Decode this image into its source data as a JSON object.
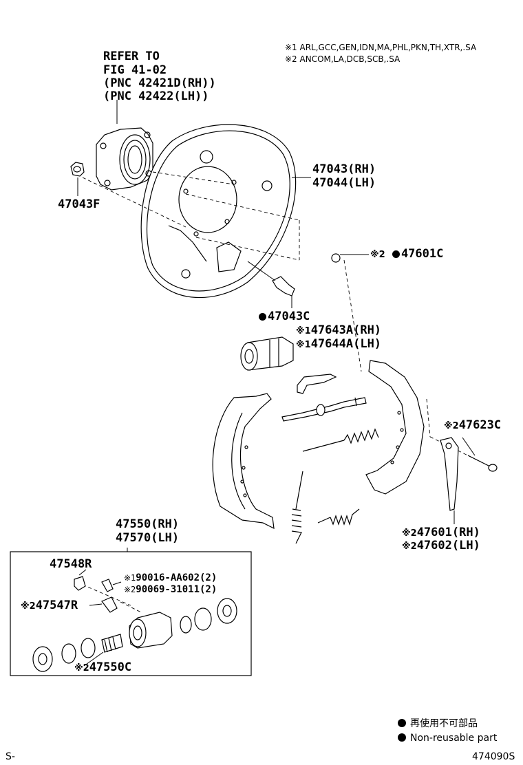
{
  "notes": {
    "note1": "※1 ARL,GCC,GEN,IDN,MA,PHL,PKN,TH,XTR,.SA",
    "note2": "※2 ANCOM,LA,DCB,SCB,.SA"
  },
  "refer": {
    "line1": "REFER TO",
    "line2": "FIG 41-02",
    "line3": "(PNC 42421D(RH))",
    "line4": "(PNC 42422(LH))"
  },
  "parts": {
    "p47043_rh": "47043(RH)",
    "p47044_lh": "47044(LH)",
    "p47043f": "47043F",
    "p47601c_prefix": "※2",
    "p47601c": "47601C",
    "p47043c": "47043C",
    "p47643a_prefix": "※1",
    "p47643a": "47643A(RH)",
    "p47644a_prefix": "※1",
    "p47644a": "47644A(LH)",
    "p47623c_prefix": "※2",
    "p47623c": "47623C",
    "p47601_prefix": "※2",
    "p47601_rh": "47601(RH)",
    "p47602_prefix": "※2",
    "p47602_lh": "47602(LH)",
    "p47550_rh": "47550(RH)",
    "p47570_lh": "47570(LH)",
    "p47548r": "47548R",
    "p90016_prefix": "※1",
    "p90016": "90016-AA602(2)",
    "p90069_prefix": "※2",
    "p90069": "90069-31011(2)",
    "p47547r_prefix": "※2",
    "p47547r": "47547R",
    "p47550c_prefix": "※2",
    "p47550c": "47550C"
  },
  "legend": {
    "line1": "再使用不可部品",
    "line2": "Non-reusable part"
  },
  "footer": {
    "left": "S-",
    "right": "474090S"
  }
}
